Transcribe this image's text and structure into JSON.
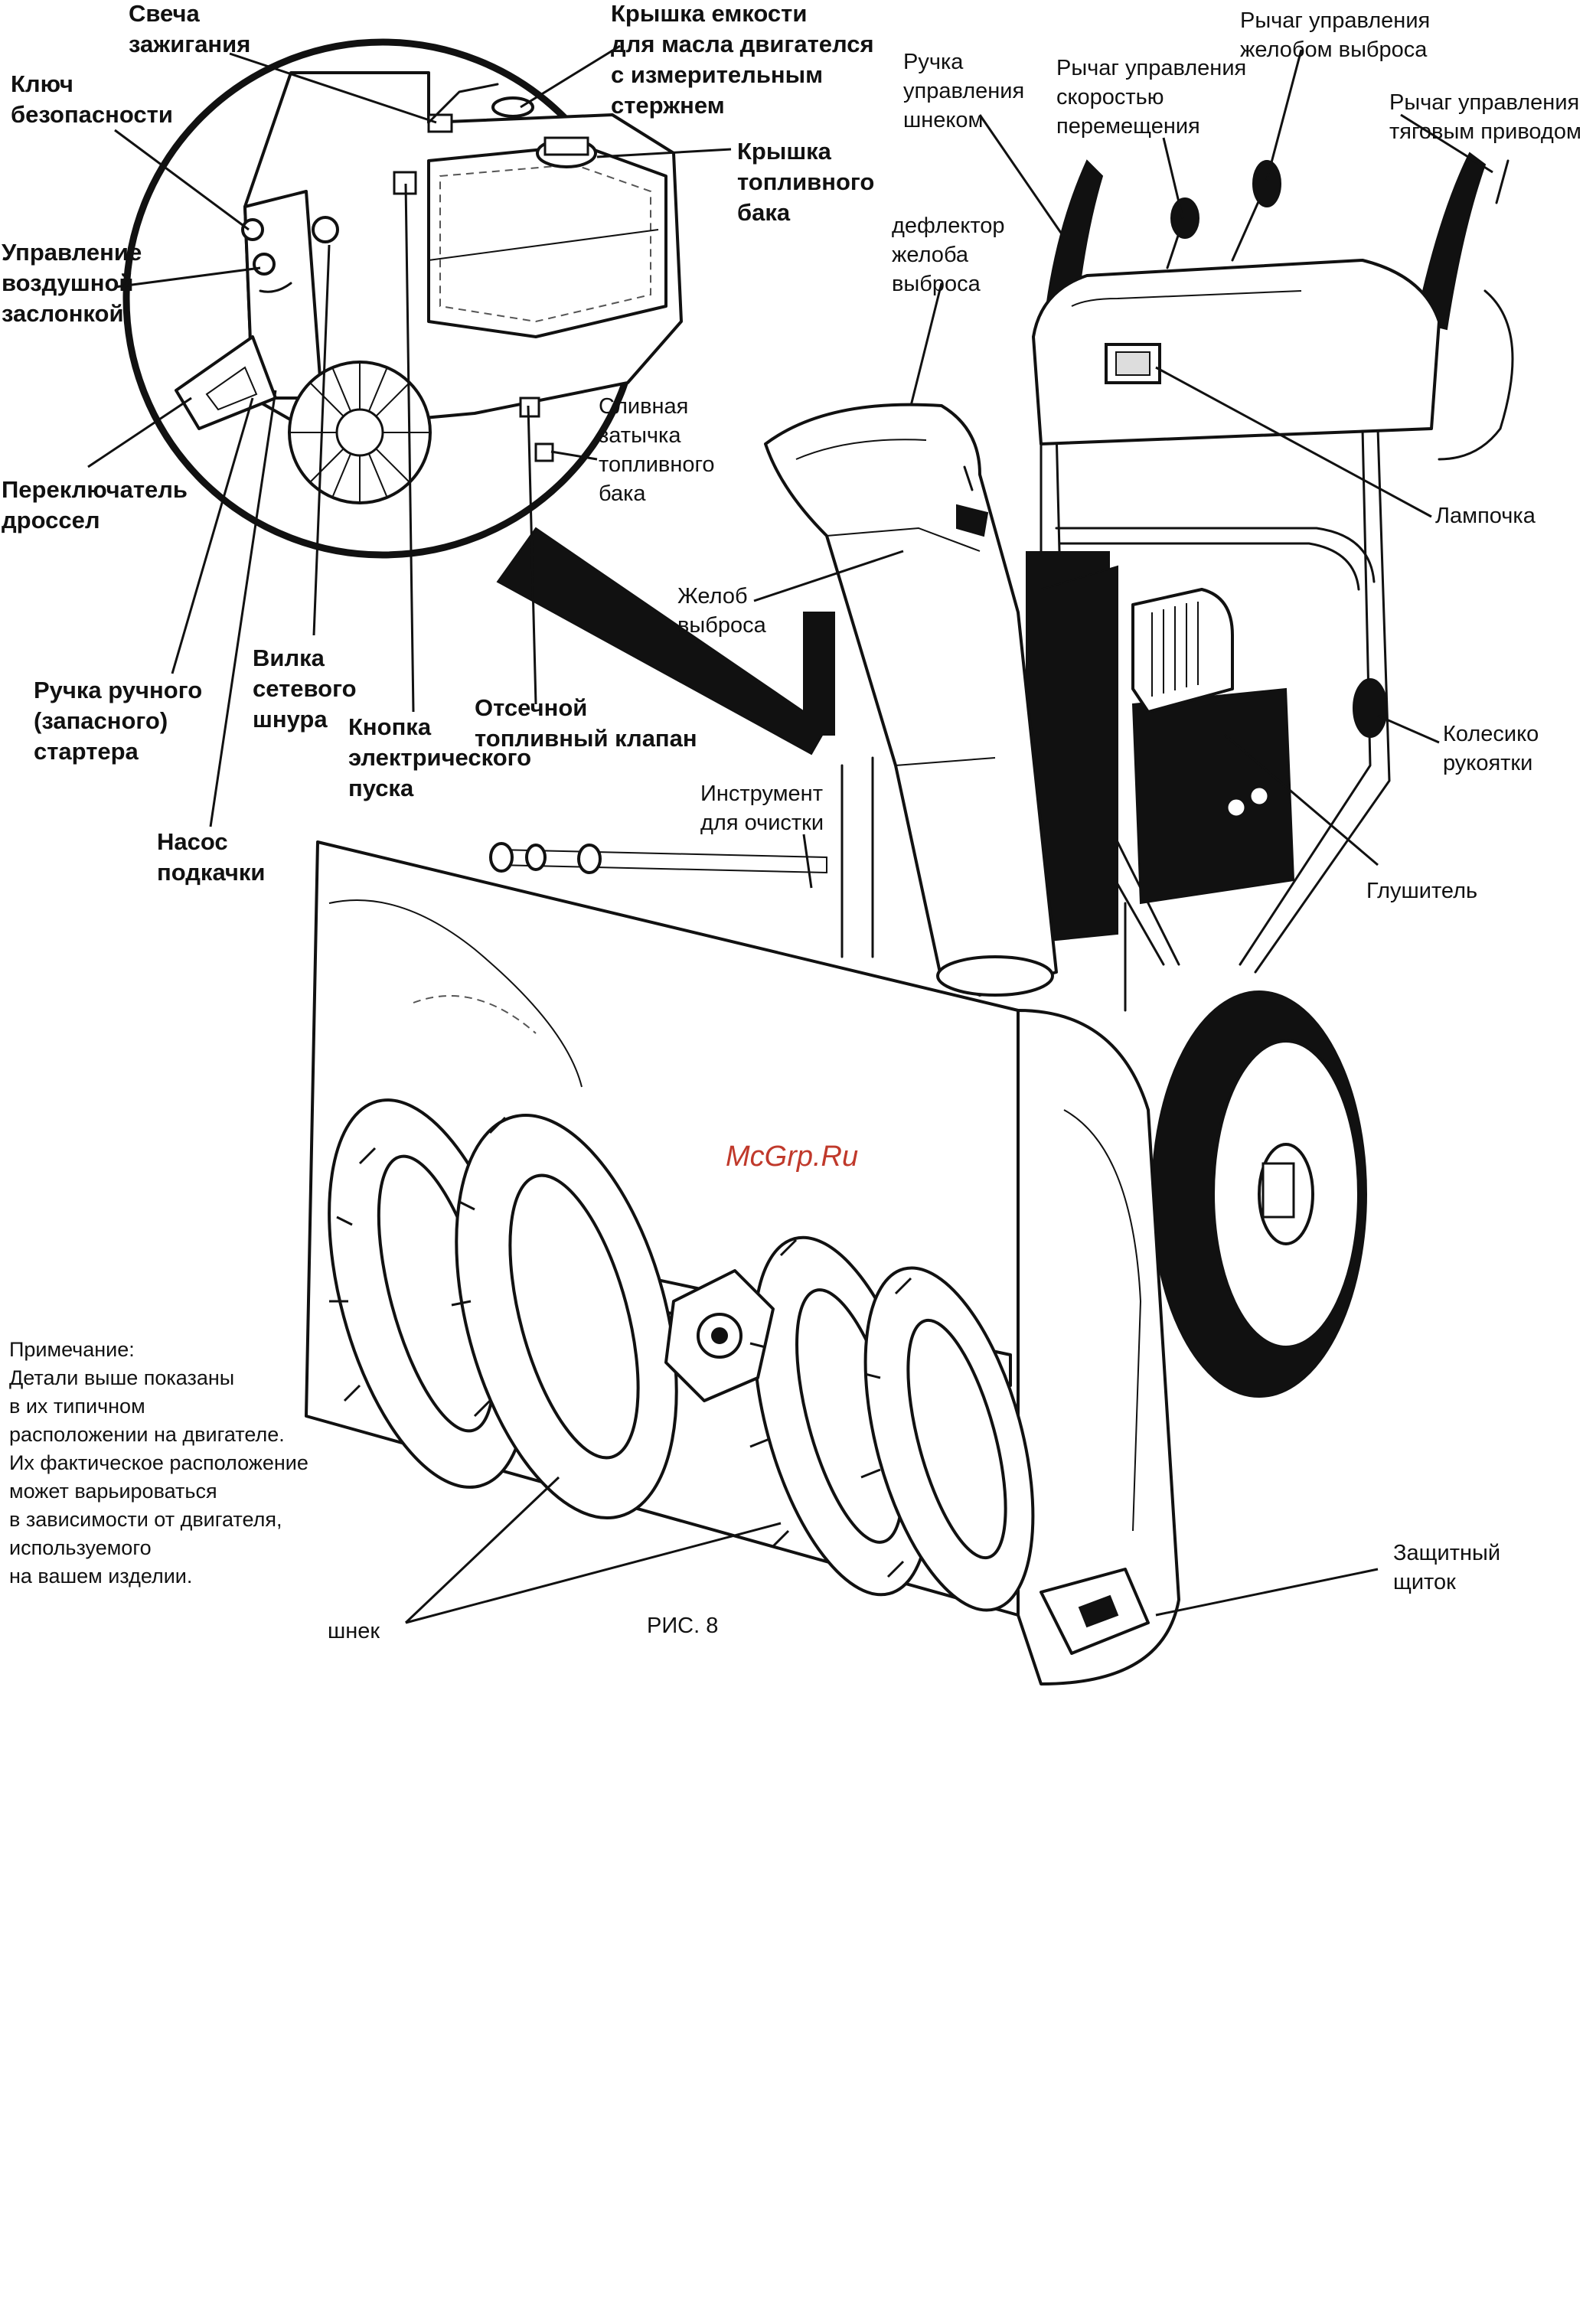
{
  "colors": {
    "ink": "#111111",
    "watermark": "#c0392b",
    "paper": "#ffffff"
  },
  "figure": {
    "caption": "РИС. 8",
    "watermark": "McGrp.Ru"
  },
  "labels": {
    "spark_plug": "Свеча\nзажигания",
    "oil_cap": "Крышка емкости\nдля масла двигателся\nс измерительным\nстержнем",
    "safety_key": "Ключ\nбезопасности",
    "fuel_cap": "Крышка\nтопливного\nбака",
    "choke": "Управление\nвоздушной\nзаслонкой",
    "throttle": "Переключатель\nдроссел",
    "recoil_handle": "Ручка ручного\n(запасного)\nстартера",
    "power_cord_plug": "Вилка\nсетевого\nшнура",
    "electric_start": "Кнопка\nэлектрического\nпуска",
    "primer": "Насос\nподкачки",
    "fuel_drain": "Сливная\nзатычка\nтопливного\nбака",
    "fuel_shutoff": "Отсечной\nтопливный клапан",
    "auger_handle": "Ручка\nуправления\nшнеком",
    "speed_lever": "Рычаг управления\nскоростью\nперемещения",
    "chute_lever": "Рычаг управления\nжелобом выброса",
    "drive_lever": "Рычаг управления\nтяговым приводом",
    "chute_deflector": "дефлектор\nжелоба\nвыброса",
    "lamp": "Лампочка",
    "discharge_chute": "Желоб\nвыброса",
    "handle_wheel": "Колесико\nрукоятки",
    "cleaning_tool": "Инструмент\nдля очистки",
    "muffler": "Глушитель",
    "skid_shoe": "Защитный\nщиток",
    "auger": "шнек"
  },
  "note": {
    "lines": [
      "Примечание:",
      "Детали выше показаны",
      "в их типичном",
      "расположении на двигателе.",
      "Их фактическое расположение",
      "может варьироваться",
      "в зависимости от двигателя,",
      "используемого",
      "на вашем изделии."
    ]
  }
}
